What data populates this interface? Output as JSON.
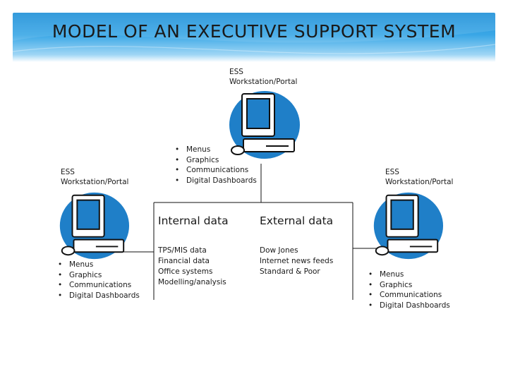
{
  "title": "MODEL  OF AN EXECUTIVE SUPPORT SYSTEM",
  "workstations": [
    {
      "label_line1": "ESS",
      "label_line2": "Workstation/Portal",
      "features": [
        "Menus",
        "Graphics",
        "Communications",
        "Digital Dashboards"
      ]
    },
    {
      "label_line1": "ESS",
      "label_line2": "Workstation/Portal",
      "features": [
        "Menus",
        "Graphics",
        "Communications",
        "Digital Dashboards"
      ]
    },
    {
      "label_line1": "ESS",
      "label_line2": "Workstation/Portal",
      "features": [
        "Menus",
        "Graphics",
        "Communications",
        "Digital Dashboards"
      ]
    }
  ],
  "internal_data": {
    "heading": "Internal data",
    "items": [
      "TPS/MIS data",
      "Financial data",
      "Office systems",
      "Modelling/analysis"
    ]
  },
  "external_data": {
    "heading": "External data",
    "items": [
      "Dow Jones",
      "Internet news feeds",
      "Standard & Poor"
    ]
  },
  "colors": {
    "header": "#2a9be0",
    "monitor_blob": "#1f7fc8",
    "outline": "#111111"
  }
}
